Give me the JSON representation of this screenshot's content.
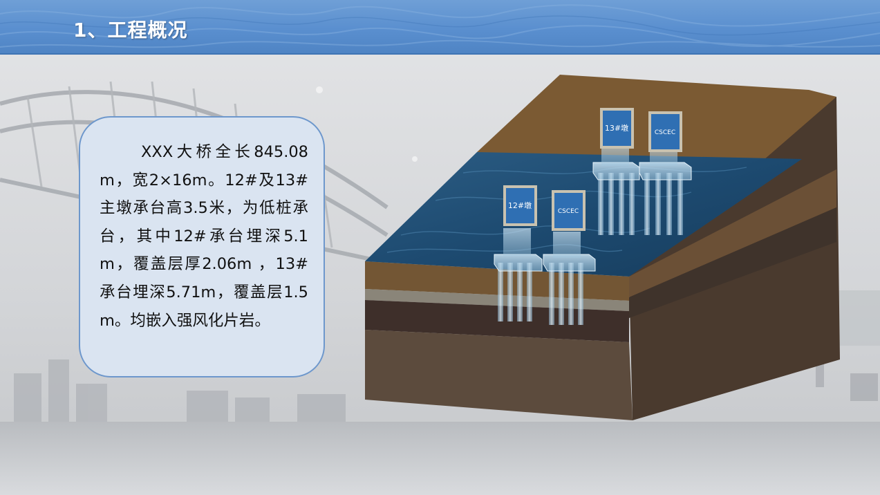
{
  "slide": {
    "title": "1、工程概况",
    "description": "XXX大桥全长845.08m，宽2×16m。12#及13#主墩承台高3.5米，为低桩承台，其中12#承台埋深5.1m，覆盖层厚2.06m ，13#承台埋深5.71m，覆盖层1.5m。均嵌入强风化片岩。"
  },
  "model": {
    "pier_labels": [
      "12#墩",
      "13#墩"
    ],
    "logo_text": "CSCEC",
    "colors": {
      "water": "#1f4d73",
      "soil_top": "#7a5a35",
      "soil_mid": "#4a3a30",
      "rock": "#5e4e40",
      "pier_blue": "#2f6fb3",
      "header": "#5a8fcf",
      "textbox": "#dae4f1"
    }
  }
}
